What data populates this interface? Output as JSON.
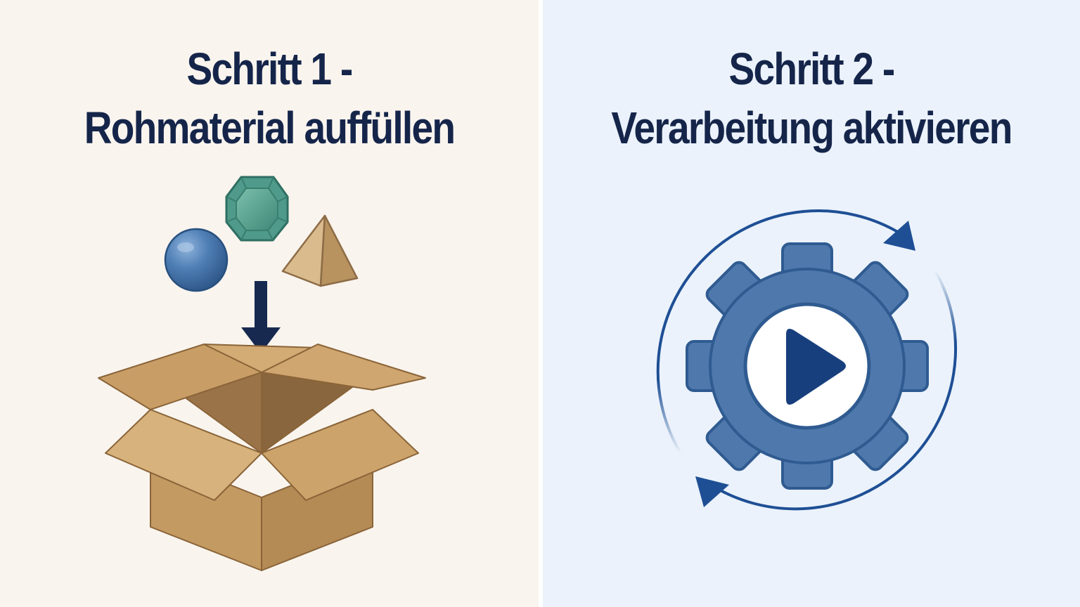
{
  "steps": [
    {
      "line1": "Schritt 1 -",
      "line2": "Rohmaterial auffüllen",
      "icons": [
        "sphere-icon",
        "hexagon-gem-icon",
        "pyramid-icon",
        "arrow-down-icon",
        "open-box-icon"
      ]
    },
    {
      "line1": "Schritt 2 -",
      "line2": "Verarbeitung aktivieren",
      "icons": [
        "cycle-arrows-icon",
        "gear-icon",
        "play-icon"
      ]
    }
  ],
  "colors": {
    "left_background": "#f9f4ee",
    "right_background": "#ebf2fb",
    "title": "#15254a",
    "navy": "#1b3464",
    "steel_blue": "#4f79ad",
    "cycle_blue": "#1e4f95",
    "teal": "#4f9a8a",
    "tan": "#c9a87a",
    "cardboard": "#c49a63"
  }
}
